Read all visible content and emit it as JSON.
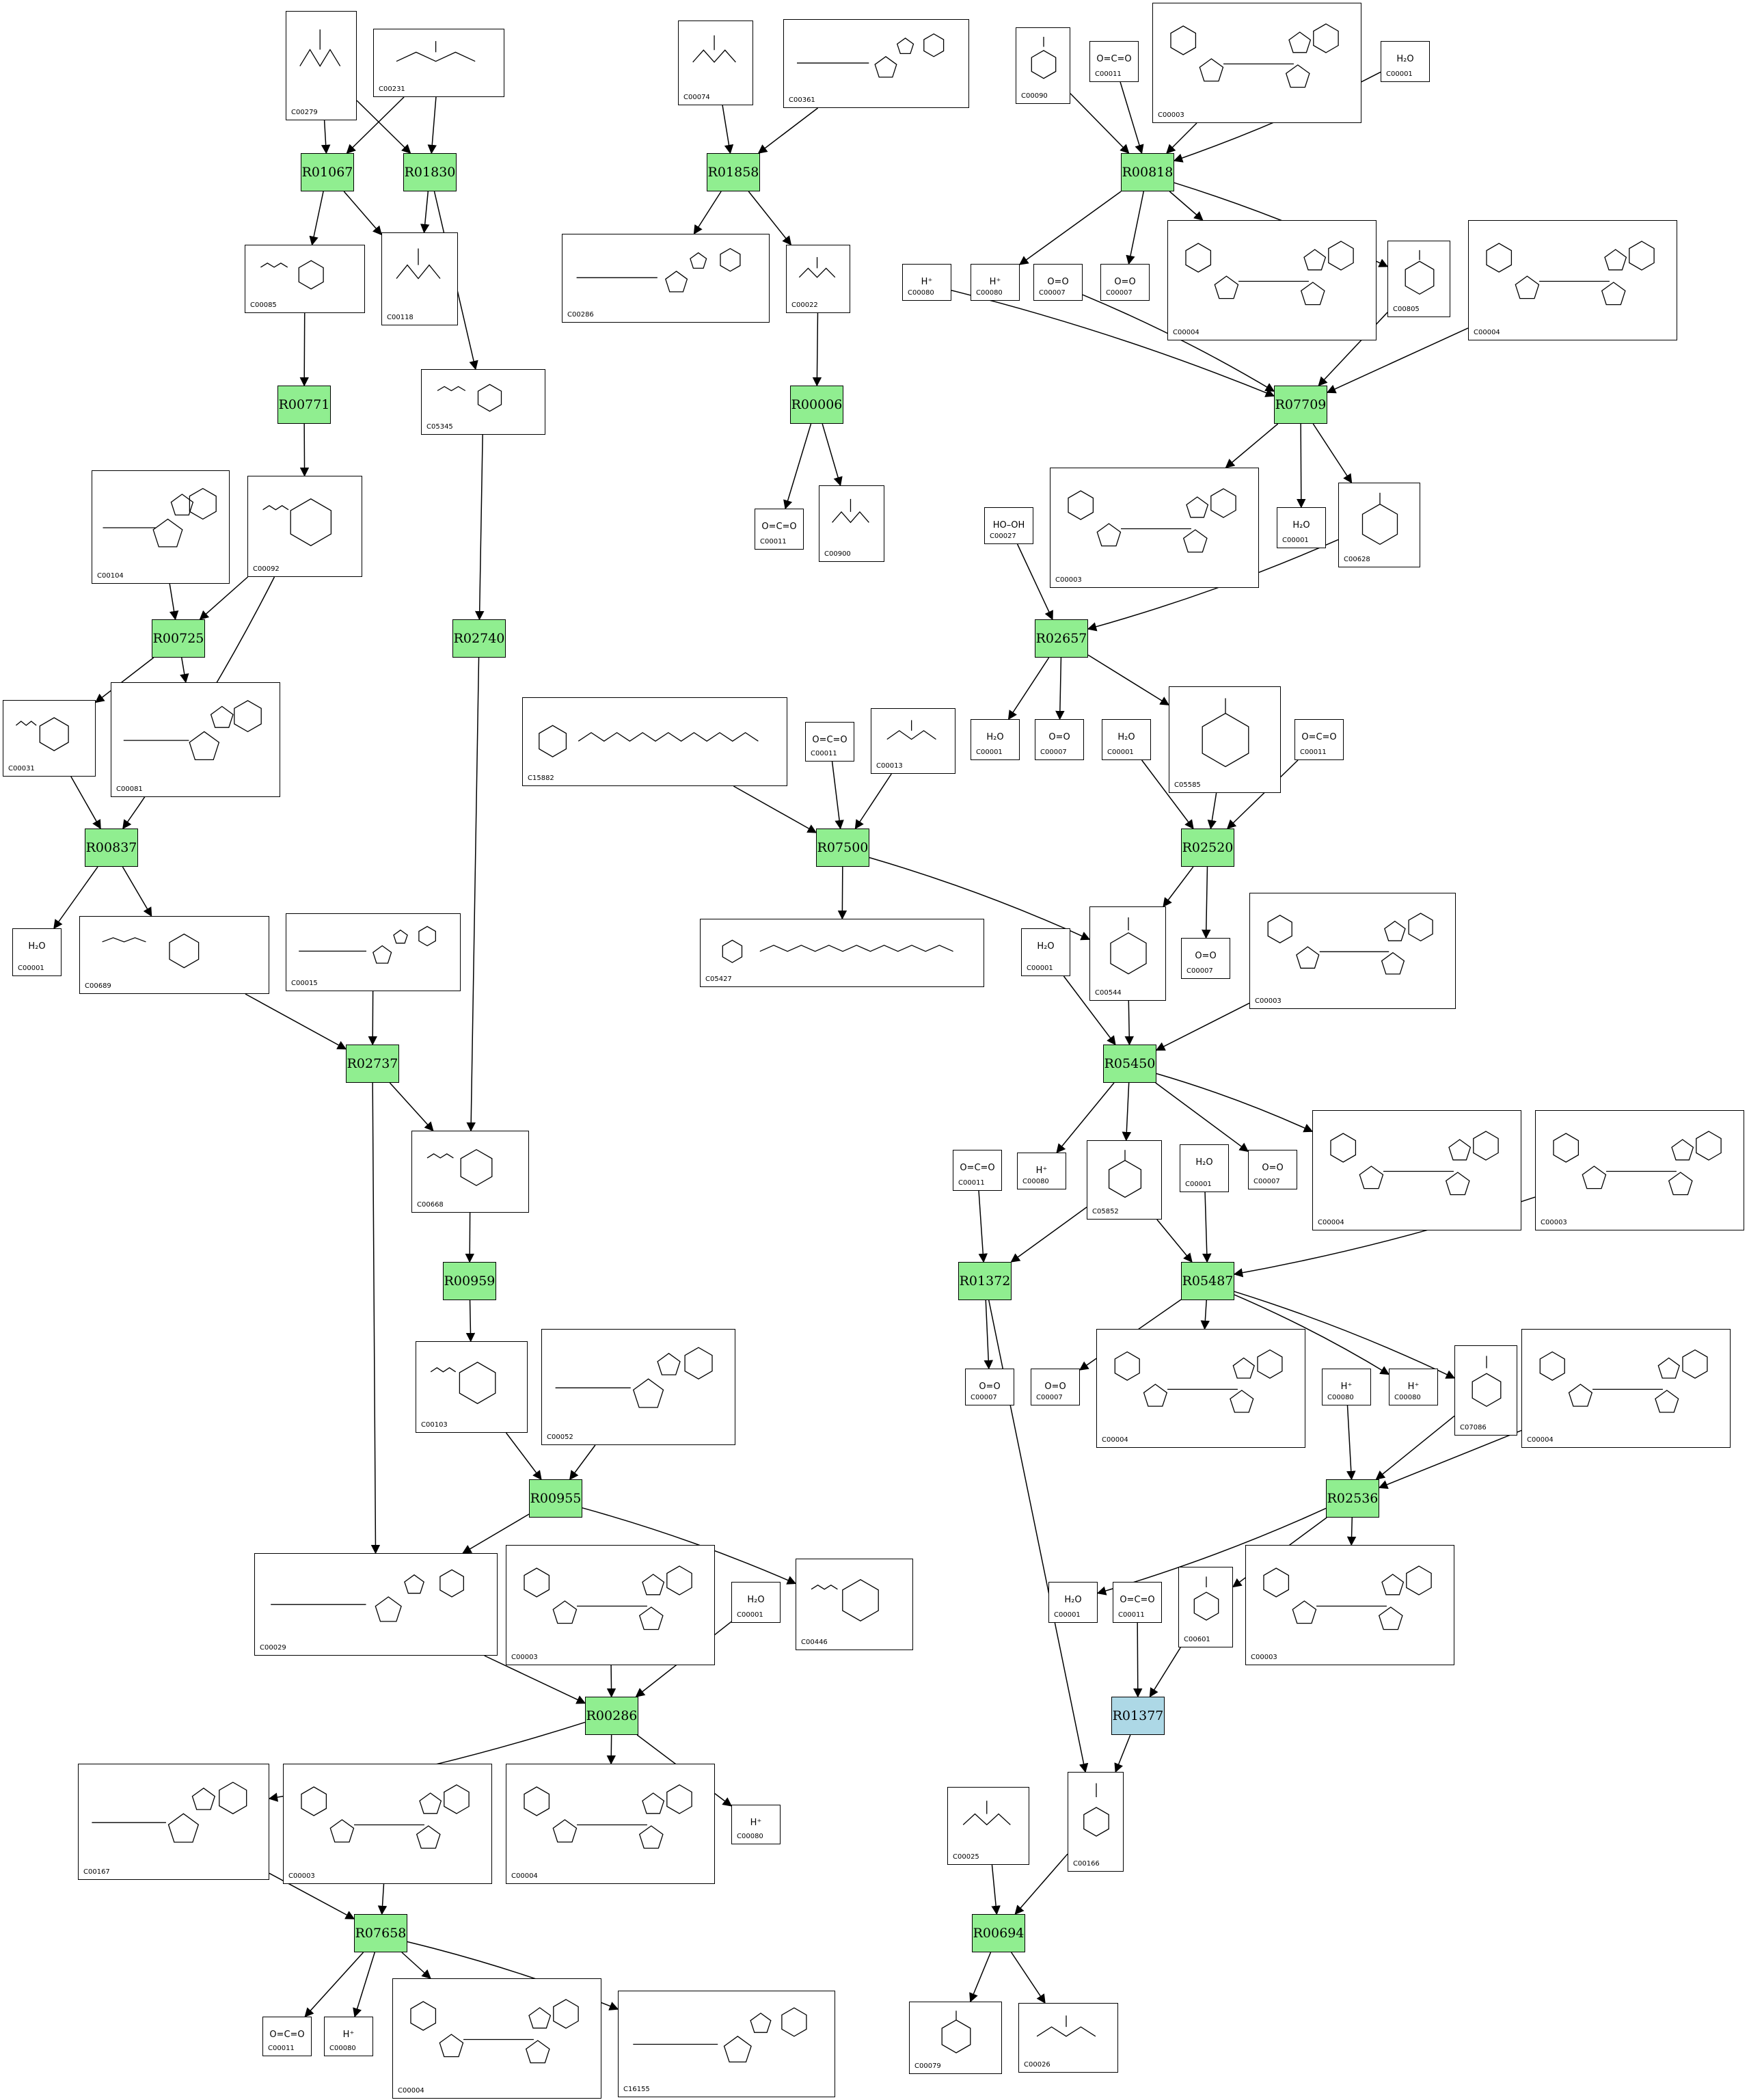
{
  "colors": {
    "reaction": "#90ee90",
    "reaction_alt": "#add8e6",
    "edge": "#000000",
    "compound_bg": "#ffffff"
  },
  "reactions": {
    "R01067": "R01067",
    "R01830": "R01830",
    "R01858": "R01858",
    "R00818": "R00818",
    "R00771": "R00771",
    "R00006": "R00006",
    "R07709": "R07709",
    "R00725": "R00725",
    "R02740": "R02740",
    "R02657": "R02657",
    "R00837": "R00837",
    "R07500": "R07500",
    "R02520": "R02520",
    "R02737": "R02737",
    "R05450": "R05450",
    "R00959": "R00959",
    "R01372": "R01372",
    "R05487": "R05487",
    "R00955": "R00955",
    "R02536": "R02536",
    "R00286": "R00286",
    "R01377": "R01377",
    "R07658": "R07658",
    "R00694": "R00694"
  },
  "compounds": {
    "c_C00279": {
      "id": "C00279"
    },
    "c_C00231": {
      "id": "C00231"
    },
    "c_C00074": {
      "id": "C00074"
    },
    "c_C00361": {
      "id": "C00361"
    },
    "c_C00090": {
      "id": "C00090"
    },
    "c_C00011a": {
      "id": "C00011",
      "formula": "O=C=O"
    },
    "c_C00003a": {
      "id": "C00003"
    },
    "c_C00001a": {
      "id": "C00001",
      "formula": "H₂O"
    },
    "c_C00085": {
      "id": "C00085"
    },
    "c_C00118": {
      "id": "C00118"
    },
    "c_C00286": {
      "id": "C00286"
    },
    "c_C00022": {
      "id": "C00022"
    },
    "c_C00080a": {
      "id": "C00080",
      "formula": "H⁺"
    },
    "c_C00080b": {
      "id": "C00080",
      "formula": "H⁺"
    },
    "c_C00007a": {
      "id": "C00007",
      "formula": "O=O"
    },
    "c_C00007b": {
      "id": "C00007",
      "formula": "O=O"
    },
    "c_C00004a": {
      "id": "C00004"
    },
    "c_C00805": {
      "id": "C00805"
    },
    "c_C00004b": {
      "id": "C00004"
    },
    "c_C05345": {
      "id": "C05345"
    },
    "c_C00011b": {
      "id": "C00011",
      "formula": "O=C=O"
    },
    "c_C00900": {
      "id": "C00900"
    },
    "c_C00104": {
      "id": "C00104"
    },
    "c_C00092": {
      "id": "C00092"
    },
    "c_C00027": {
      "id": "C00027",
      "formula": "HO–OH"
    },
    "c_C00003b": {
      "id": "C00003"
    },
    "c_C00001b": {
      "id": "C00001",
      "formula": "H₂O"
    },
    "c_C00628": {
      "id": "C00628"
    },
    "c_C00031": {
      "id": "C00031"
    },
    "c_C00081": {
      "id": "C00081"
    },
    "c_C15882": {
      "id": "C15882"
    },
    "c_C00011c": {
      "id": "C00011",
      "formula": "O=C=O"
    },
    "c_C00013": {
      "id": "C00013"
    },
    "c_C00001c": {
      "id": "C00001",
      "formula": "H₂O"
    },
    "c_C00007c": {
      "id": "C00007",
      "formula": "O=O"
    },
    "c_C00001d": {
      "id": "C00001",
      "formula": "H₂O"
    },
    "c_C05585": {
      "id": "C05585"
    },
    "c_C00011d": {
      "id": "C00011",
      "formula": "O=C=O"
    },
    "c_C00001e": {
      "id": "C00001",
      "formula": "H₂O"
    },
    "c_C00689": {
      "id": "C00689"
    },
    "c_C00015": {
      "id": "C00015"
    },
    "c_C05427": {
      "id": "C05427"
    },
    "c_C00544": {
      "id": "C00544"
    },
    "c_C00007d": {
      "id": "C00007",
      "formula": "O=O"
    },
    "c_C00003c": {
      "id": "C00003"
    },
    "c_C00001f": {
      "id": "C00001",
      "formula": "H₂O"
    },
    "c_C00668": {
      "id": "C00668"
    },
    "c_C00011e": {
      "id": "C00011",
      "formula": "O=C=O"
    },
    "c_C00080c": {
      "id": "C00080",
      "formula": "H⁺"
    },
    "c_C05852": {
      "id": "C05852"
    },
    "c_C00001g": {
      "id": "C00001",
      "formula": "H₂O"
    },
    "c_C00007e": {
      "id": "C00007",
      "formula": "O=O"
    },
    "c_C00004c": {
      "id": "C00004"
    },
    "c_C00003d": {
      "id": "C00003"
    },
    "c_C00103": {
      "id": "C00103"
    },
    "c_C00052": {
      "id": "C00052"
    },
    "c_C00007f": {
      "id": "C00007",
      "formula": "O=O"
    },
    "c_C00007g": {
      "id": "C00007",
      "formula": "O=O"
    },
    "c_C00004d": {
      "id": "C00004"
    },
    "c_C00080d": {
      "id": "C00080",
      "formula": "H⁺"
    },
    "c_C00080e": {
      "id": "C00080",
      "formula": "H⁺"
    },
    "c_C07086": {
      "id": "C07086"
    },
    "c_C00004e": {
      "id": "C00004"
    },
    "c_C00029": {
      "id": "C00029"
    },
    "c_C00003e": {
      "id": "C00003"
    },
    "c_C00001h": {
      "id": "C00001",
      "formula": "H₂O"
    },
    "c_C00446": {
      "id": "C00446"
    },
    "c_C00001i": {
      "id": "C00001",
      "formula": "H₂O"
    },
    "c_C00011f": {
      "id": "C00011",
      "formula": "O=C=O"
    },
    "c_C00601": {
      "id": "C00601"
    },
    "c_C00003f": {
      "id": "C00003"
    },
    "c_C00167": {
      "id": "C00167"
    },
    "c_C00003g": {
      "id": "C00003"
    },
    "c_C00004f": {
      "id": "C00004"
    },
    "c_C00080f": {
      "id": "C00080",
      "formula": "H⁺"
    },
    "c_C00025": {
      "id": "C00025"
    },
    "c_C00166": {
      "id": "C00166"
    },
    "c_C00011g": {
      "id": "C00011",
      "formula": "O=C=O"
    },
    "c_C00080g": {
      "id": "C00080",
      "formula": "H⁺"
    },
    "c_C00004g": {
      "id": "C00004"
    },
    "c_C16155": {
      "id": "C16155"
    },
    "c_C00079": {
      "id": "C00079"
    },
    "c_C00026": {
      "id": "C00026"
    }
  }
}
